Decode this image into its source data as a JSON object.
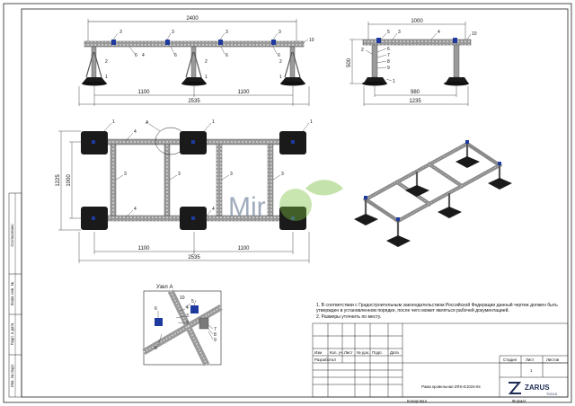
{
  "side_view": {
    "dims": {
      "total": "2400",
      "span_left": "1100",
      "span_right": "1100",
      "overall": "2535"
    },
    "callouts": [
      "3",
      "6",
      "3",
      "6",
      "3",
      "6",
      "3",
      "6",
      "4",
      "10",
      "2",
      "1",
      "2",
      "1",
      "2",
      "1"
    ]
  },
  "end_view": {
    "dims": {
      "top": "1000",
      "height": "500",
      "base": "980",
      "overall": "1235"
    },
    "callouts": [
      "3",
      "4",
      "5",
      "10",
      "2",
      "6",
      "7",
      "8",
      "9",
      "1"
    ]
  },
  "plan_view": {
    "dims": {
      "outer_height": "1225",
      "inner_height": "1000",
      "span_left": "1100",
      "span_right": "1100",
      "overall": "2535"
    },
    "callouts": [
      "1",
      "1",
      "1",
      "4",
      "3",
      "3",
      "3",
      "3",
      "4",
      "4",
      "A"
    ]
  },
  "detail": {
    "title": "Узел А",
    "callouts": [
      "6",
      "10",
      "5",
      "4",
      "3",
      "2",
      "7",
      "8",
      "9",
      "6"
    ]
  },
  "watermark": {
    "text": "Mir",
    "color": "#7cc242"
  },
  "notes": [
    "1. В соответствии с Градостроительным законодательством Российской Федерации данный чертеж должен быть утвержден в установленном порядке, после чего может являться рабочей документацией.",
    "2. Размеры уточнить по месту."
  ],
  "left_strip": [
    "Согласовано",
    "Взам. инв. №",
    "Подп. и дата",
    "Инв. № подл."
  ],
  "title_block": {
    "headers": [
      "Изм",
      "Кол. уч.",
      "Лист",
      "№ док.",
      "Подп.",
      "Дата"
    ],
    "developer_label": "Разработал",
    "stage_label": "Стадия",
    "sheet_label": "Лист",
    "sheets_label": "Листов",
    "sheet_number": "1",
    "drawing_title": "Рама кровельная ZRS-E1024-8x",
    "copied": "Копировал",
    "format": "Формат",
    "brand": "ZARUS",
    "brand_sub": "TOOLS"
  },
  "colors": {
    "frame": "#8c8c8c",
    "base": "#1a1a1a",
    "clamp": "#1f3a9e",
    "watermark_blue": "#8090a8",
    "watermark_green": "#7cc242"
  }
}
